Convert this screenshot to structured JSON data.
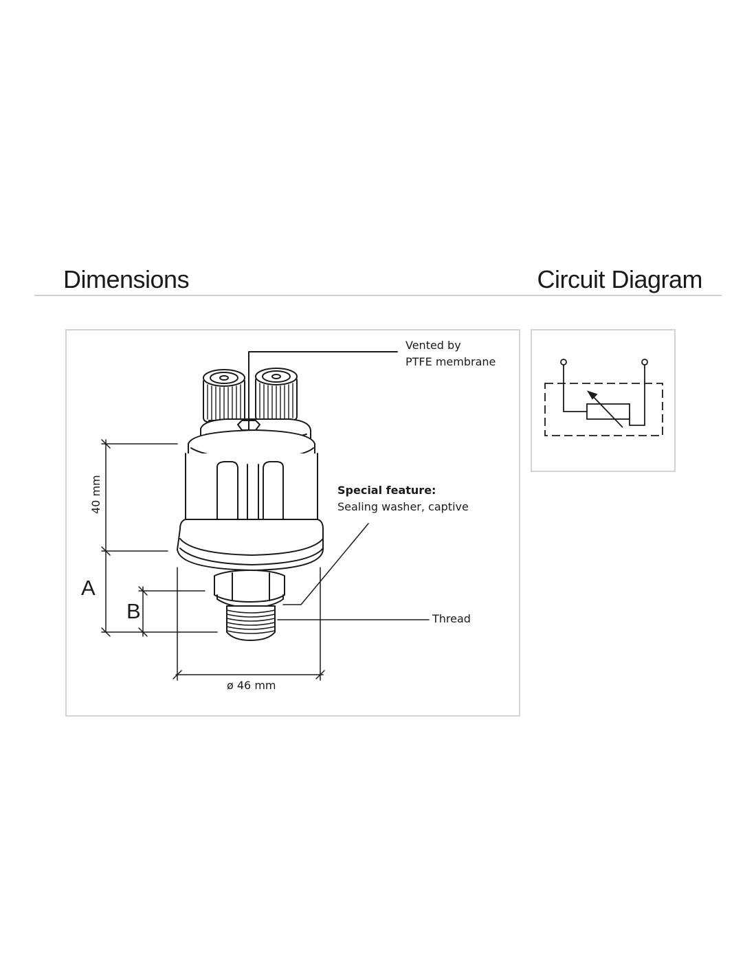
{
  "headers": {
    "dimensions": "Dimensions",
    "circuit": "Circuit Diagram"
  },
  "dimensions": {
    "vented_line1": "Vented by",
    "vented_line2": "PTFE membrane",
    "special_title": "Special feature:",
    "special_text": "Sealing washer, captive",
    "thread": "Thread",
    "height_label": "40 mm",
    "diameter_label": "ø 46 mm",
    "label_a": "A",
    "label_b": "B"
  },
  "colors": {
    "ink": "#1a1a1a",
    "panel_border": "#d4d4d4",
    "rule": "#cfcfcf"
  }
}
